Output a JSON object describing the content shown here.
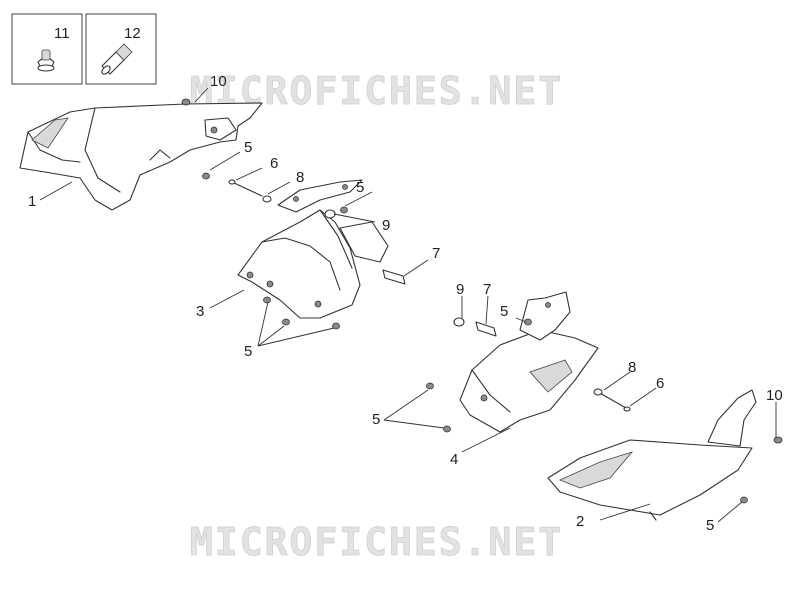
{
  "watermark": {
    "top": "MICROFICHES.NET",
    "bottom": "MICROFICHES.NET"
  },
  "inset_boxes": {
    "box_left_label": "11",
    "box_right_label": "12"
  },
  "callouts": {
    "c1": "1",
    "c2": "2",
    "c3": "3",
    "c4": "4",
    "c5_a": "5",
    "c5_b": "5",
    "c5_c": "5",
    "c5_d": "5",
    "c5_e": "5",
    "c5_f": "5",
    "c6_a": "6",
    "c6_b": "6",
    "c7_a": "7",
    "c7_b": "7",
    "c8_a": "8",
    "c8_b": "8",
    "c9_a": "9",
    "c9_b": "9",
    "c10_a": "10",
    "c10_b": "10"
  }
}
